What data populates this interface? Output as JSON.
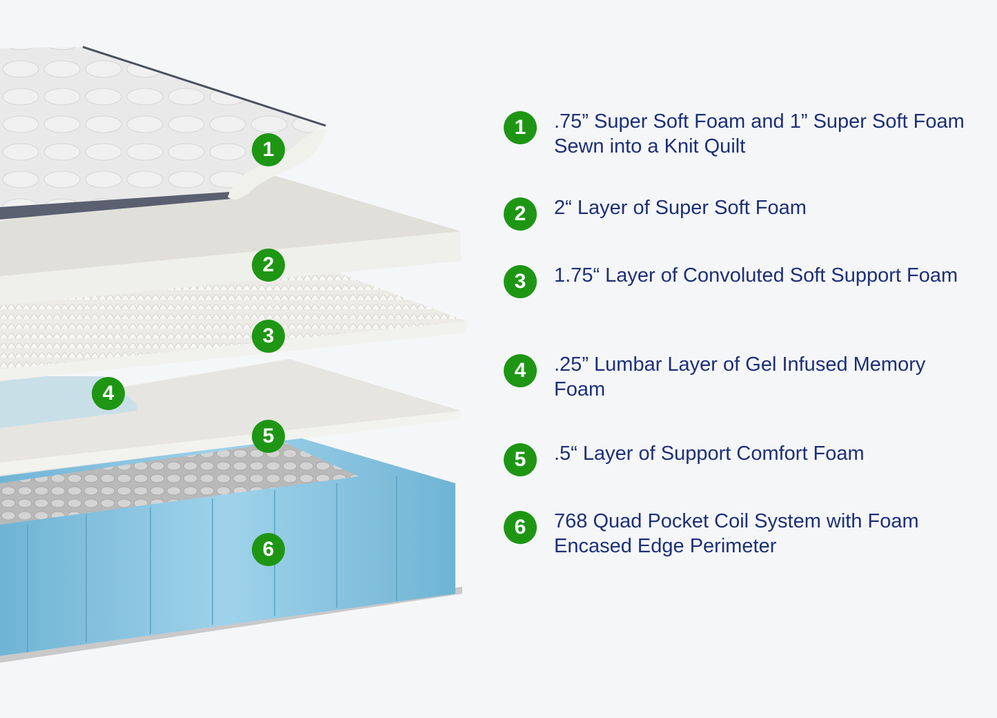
{
  "diagram": {
    "subject": "Mattress layer cross-section",
    "accent_color": "#1e9614",
    "text_color": "#1c2f78",
    "layers": [
      {
        "number": "1",
        "label": ".75” Super Soft Foam and 1” Super Soft Foam Sewn into a Knit Quilt"
      },
      {
        "number": "2",
        "label": "2“ Layer of Super Soft Foam"
      },
      {
        "number": "3",
        "label": "1.75“ Layer of Convoluted Soft Support Foam"
      },
      {
        "number": "4",
        "label": ".25” Lumbar Layer of Gel Infused Memory Foam"
      },
      {
        "number": "5",
        "label": ".5“ Layer of Support Comfort Foam"
      },
      {
        "number": "6",
        "label": "768 Quad Pocket Coil System with Foam Encased Edge Perimeter"
      }
    ]
  }
}
